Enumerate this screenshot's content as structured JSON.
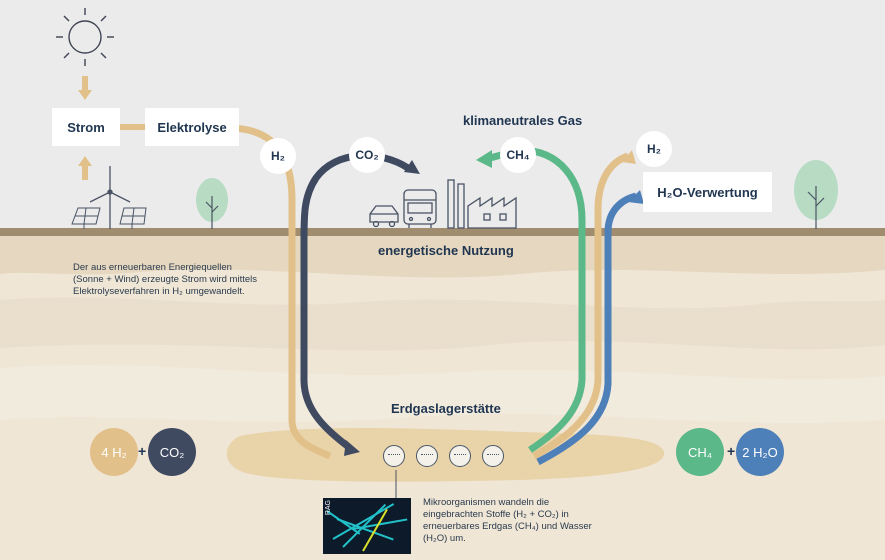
{
  "boxes": {
    "strom": "Strom",
    "elektrolyse": "Elektrolyse",
    "h2o_verwertung": "H₂O-Verwertung"
  },
  "circles": {
    "h2_left": "H₂",
    "co2": "CO₂",
    "ch4": "CH₄",
    "h2_right": "H₂"
  },
  "labels": {
    "klimaneutrales_gas": "klimaneutrales Gas",
    "energetische_nutzung": "energetische Nutzung",
    "erdgaslagerstaette": "Erdgaslagerstätte"
  },
  "descriptions": {
    "left": "Der aus erneuerbaren Energiequellen (Sonne + Wind) erzeugte Strom wird mittels Elektrolyseverfahren in H₂ umgewandelt.",
    "bottom": "Mikroorganismen wandeln die eingebrachten Stoffe (H₂ + CO₂) in erneuerbares Erdgas (CH₄) und Wasser (H₂O) um."
  },
  "equation": {
    "left_a": "4 H₂",
    "left_b": "CO₂",
    "right_a": "CH₄",
    "right_b": "2 H₂O",
    "plus": "+"
  },
  "photo_caption": "RAG",
  "colors": {
    "h2": "#e2c08a",
    "co2": "#3f4a61",
    "ch4": "#5bb888",
    "h2o": "#4d7fb8",
    "text": "#1f3550",
    "ground": "#a08c6f"
  }
}
